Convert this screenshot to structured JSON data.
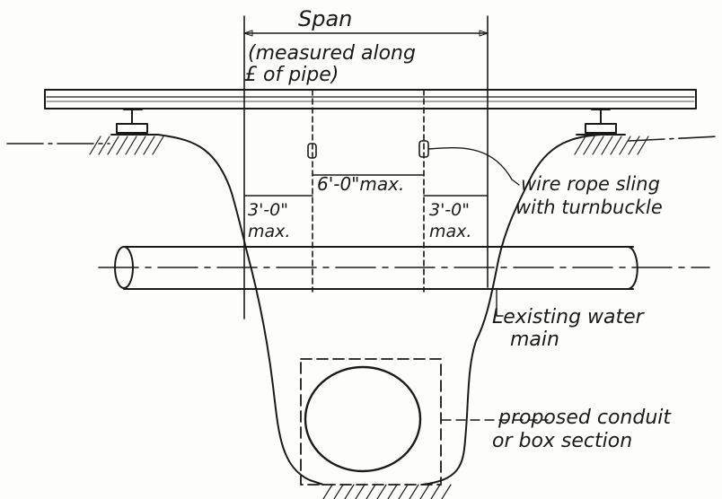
{
  "labels": {
    "span": "Span",
    "measured_line1": "(measured along",
    "measured_line2": "£ of pipe)",
    "center_spacing": "6'-0\"max.",
    "left_edge_dim": "3'-0\"",
    "left_edge_max": "max.",
    "right_edge_dim": "3'-0\"",
    "right_edge_max": "max.",
    "sling_line1": "wire rope sling",
    "sling_line2": "with turnbuckle",
    "main_line1": "Lexisting water",
    "main_line2": "main",
    "conduit_line1": "proposed conduit",
    "conduit_line2": "or box section"
  },
  "colors": {
    "ink": "#1a1a1a",
    "paper": "#fdfdfb"
  }
}
